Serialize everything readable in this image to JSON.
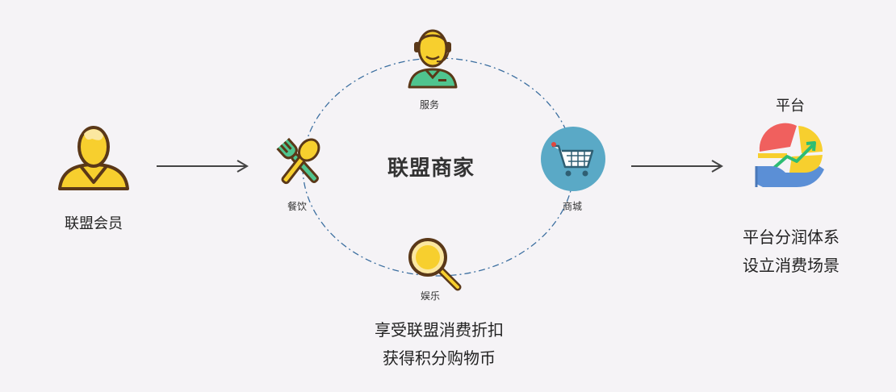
{
  "member": {
    "label": "联盟会员"
  },
  "center": {
    "title": "联盟商家"
  },
  "nodes": {
    "service": "服务",
    "dining": "餐饮",
    "mall": "商城",
    "entertainment": "娱乐"
  },
  "benefits": {
    "line1": "享受联盟消费折扣",
    "line2": "获得积分购物币"
  },
  "platform": {
    "title": "平台",
    "line1": "平台分润体系",
    "line2": "设立消费场景"
  },
  "colors": {
    "accent_yellow": "#f7cf2e",
    "outline_brown": "#5a3818",
    "service_shirt": "#4fc48e",
    "cart_circle": "#5aa9c6",
    "orbit": "#3c6fa0"
  }
}
